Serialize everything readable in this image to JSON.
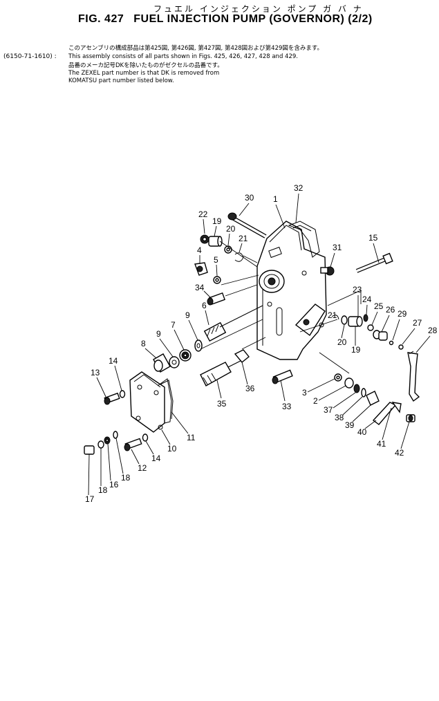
{
  "header": {
    "japanese_title": "フュエル インジェクション ポンプ  ガ バ ナ",
    "fig_label": "FIG. 427",
    "title": "FUEL INJECTION PUMP (GOVERNOR) (2/2)"
  },
  "notes": {
    "assembly_number": "(6150-71-1610) :",
    "line1_jp": "このアセンブリの構成部品は第425図, 第426図, 第427図, 第428図および第429図を含みます。",
    "line2": "This assembly consists of all parts shown in Figs. 425, 426, 427, 428 and 429.",
    "line3_jp": "品番のメーカ記号DKを除いたものがゼクセルの品番です。",
    "line4": "The ZEXEL part number is that DK is removed from",
    "line5": "KOMATSU part number listed below."
  },
  "callouts": [
    "1",
    "2",
    "3",
    "4",
    "5",
    "6",
    "7",
    "8",
    "9",
    "9",
    "10",
    "11",
    "12",
    "13",
    "14",
    "14",
    "15",
    "16",
    "17",
    "18",
    "18",
    "19",
    "19",
    "20",
    "20",
    "21",
    "21",
    "22",
    "23",
    "24",
    "25",
    "26",
    "27",
    "28",
    "29",
    "30",
    "31",
    "32",
    "33",
    "34",
    "35",
    "36",
    "37",
    "38",
    "39",
    "40",
    "41",
    "42"
  ]
}
